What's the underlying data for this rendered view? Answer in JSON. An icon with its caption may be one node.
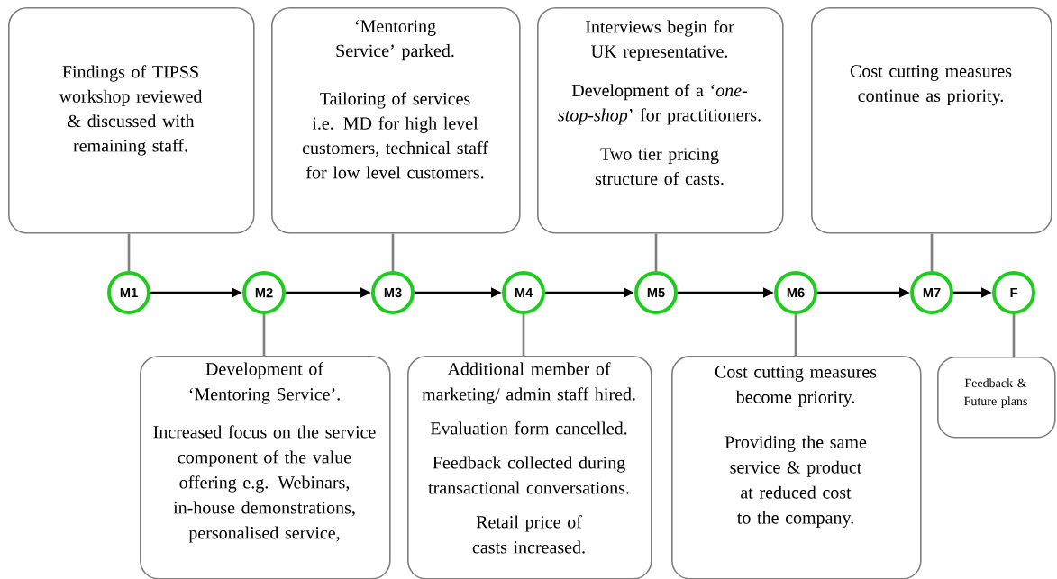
{
  "diagram": {
    "nodes": [
      {
        "text": [
          "Findings of TIPSS workshop reviewed & discussed with remaining staff."
        ]
      },
      {
        "text": [
          "‘Mentoring Service’ parked.",
          "Tailoring of services i.e. MD for high level customers, technical staff for low level customers."
        ]
      },
      {
        "text": [
          "Interviews begin for UK representative.",
          "Development of a ‘*one-stop-shop*’ for practitioners.",
          "Two tier pricing structure of casts."
        ]
      },
      {
        "text": [
          "Cost cutting measures continue as priority."
        ]
      },
      {
        "text": [
          "M1"
        ]
      },
      {
        "text": [
          "M2"
        ]
      },
      {
        "text": [
          "M3"
        ]
      },
      {
        "text": [
          "M4"
        ]
      },
      {
        "text": [
          "M5"
        ]
      },
      {
        "text": [
          "M6"
        ]
      },
      {
        "text": [
          "M7"
        ]
      },
      {
        "text": [
          "F"
        ]
      },
      {
        "text": [
          "Development of ‘Mentoring Service’.",
          "Increased focus on the service component of the value offering e.g. Webinars, in-house demonstrations, personalised service,"
        ]
      },
      {
        "text": [
          "Additional member of marketing/ admin staff hired.",
          "Evaluation form cancelled.",
          "Feedback collected during transactional conversations.",
          "Retail price of casts increased."
        ]
      },
      {
        "text": [
          "Cost cutting measures become priority.",
          "Providing the same service & product at reduced cost to the company."
        ]
      },
      {
        "text": [
          "Feedback & Future plans"
        ]
      }
    ],
    "edges": [
      {
        "from": 4,
        "to": 5,
        "arrow": "to",
        "color": "#000000"
      },
      {
        "from": 5,
        "to": 6,
        "arrow": "to",
        "color": "#000000"
      },
      {
        "from": 6,
        "to": 7,
        "arrow": "to",
        "color": "#000000"
      },
      {
        "from": 7,
        "to": 8,
        "arrow": "to",
        "color": "#000000"
      },
      {
        "from": 8,
        "to": 9,
        "arrow": "to",
        "color": "#000000"
      },
      {
        "from": 9,
        "to": 10,
        "arrow": "to",
        "color": "#000000"
      },
      {
        "from": 10,
        "to": 11,
        "arrow": "to",
        "color": "#000000"
      },
      {
        "from": 0,
        "to": 4,
        "arrow": "none",
        "color": "#808080"
      },
      {
        "from": 1,
        "to": 6,
        "arrow": "none",
        "color": "#808080"
      },
      {
        "from": 2,
        "to": 8,
        "arrow": "none",
        "color": "#808080"
      },
      {
        "from": 3,
        "to": 10,
        "arrow": "none",
        "color": "#808080"
      },
      {
        "from": 5,
        "to": 12,
        "arrow": "none",
        "color": "#808080"
      },
      {
        "from": 7,
        "to": 13,
        "arrow": "none",
        "color": "#808080"
      },
      {
        "from": 9,
        "to": 14,
        "arrow": "none",
        "color": "#808080"
      },
      {
        "from": 11,
        "to": 15,
        "arrow": "none",
        "color": "#808080"
      }
    ]
  }
}
